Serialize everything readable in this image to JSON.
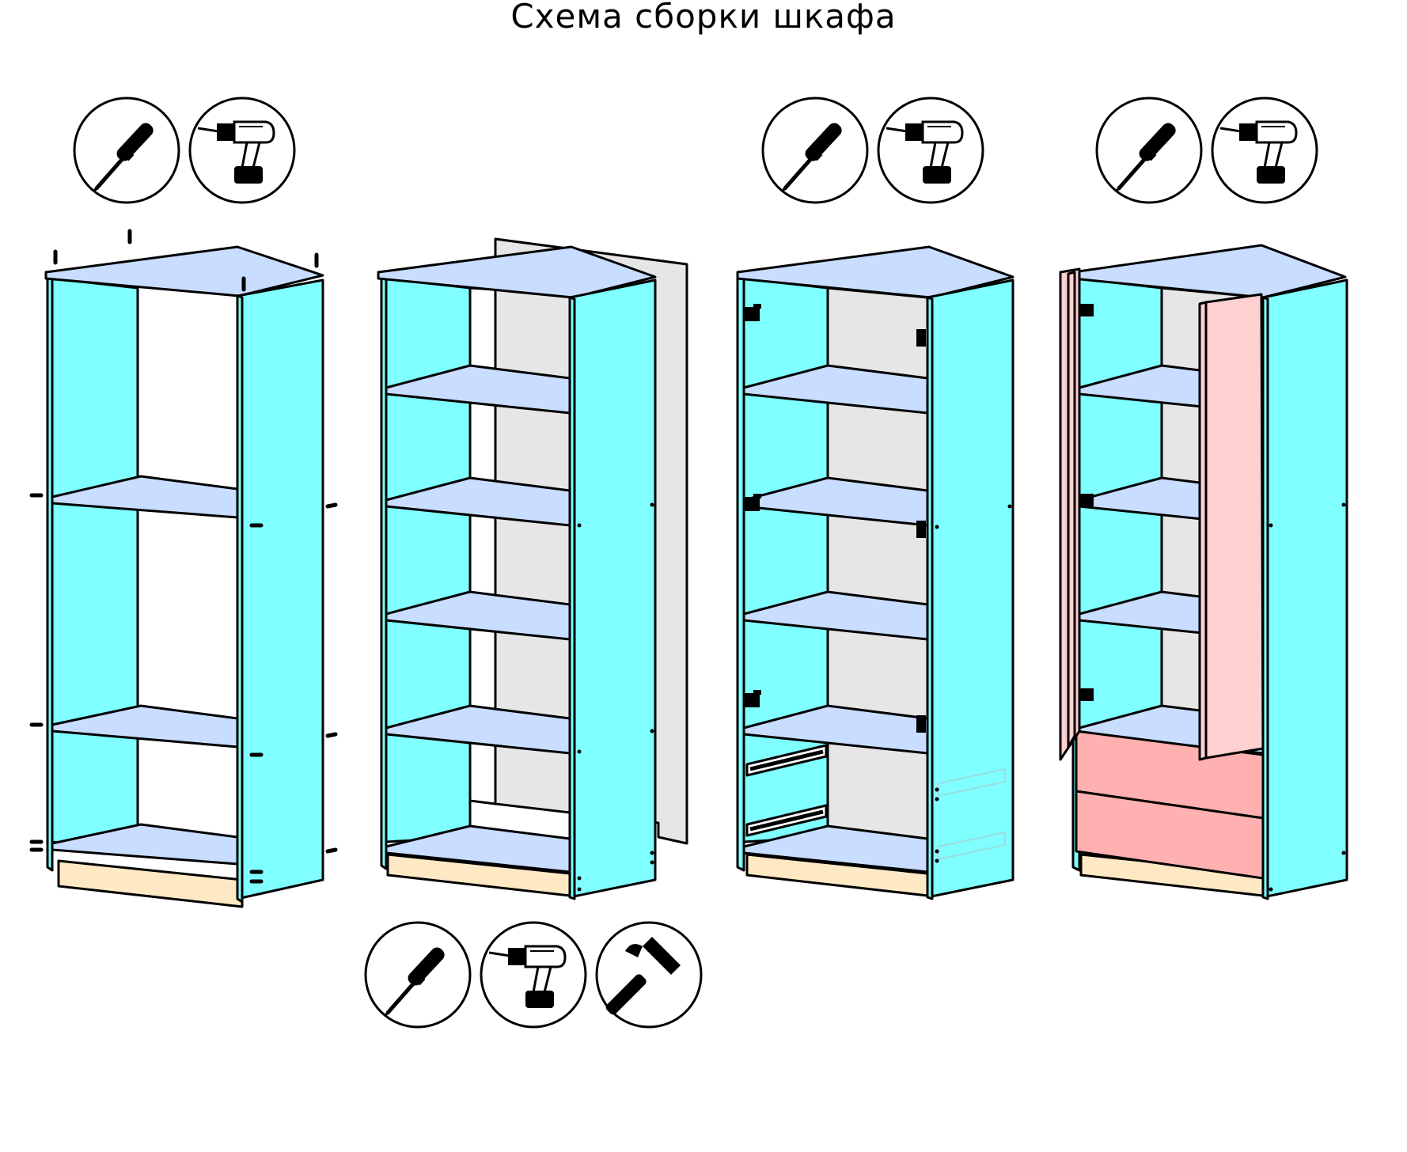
{
  "title": "Схема сборки шкафа",
  "colors": {
    "panel": "#7fffff",
    "shelf": "#c8ddff",
    "back": "#e6e6e6",
    "plinth": "#ffe9c4",
    "door": "#ffd0d0",
    "drawer": "#ffb0b0",
    "outline": "#000000"
  },
  "steps": [
    {
      "name": "step-1-frame",
      "tools": [
        "screwdriver-icon",
        "drill-icon"
      ]
    },
    {
      "name": "step-2-back-panel",
      "tools": [
        "screwdriver-icon",
        "drill-icon",
        "hammer-icon"
      ]
    },
    {
      "name": "step-3-hinges-rails",
      "tools": [
        "screwdriver-icon",
        "drill-icon"
      ]
    },
    {
      "name": "step-4-doors-drawers",
      "tools": [
        "screwdriver-icon",
        "drill-icon"
      ]
    }
  ]
}
